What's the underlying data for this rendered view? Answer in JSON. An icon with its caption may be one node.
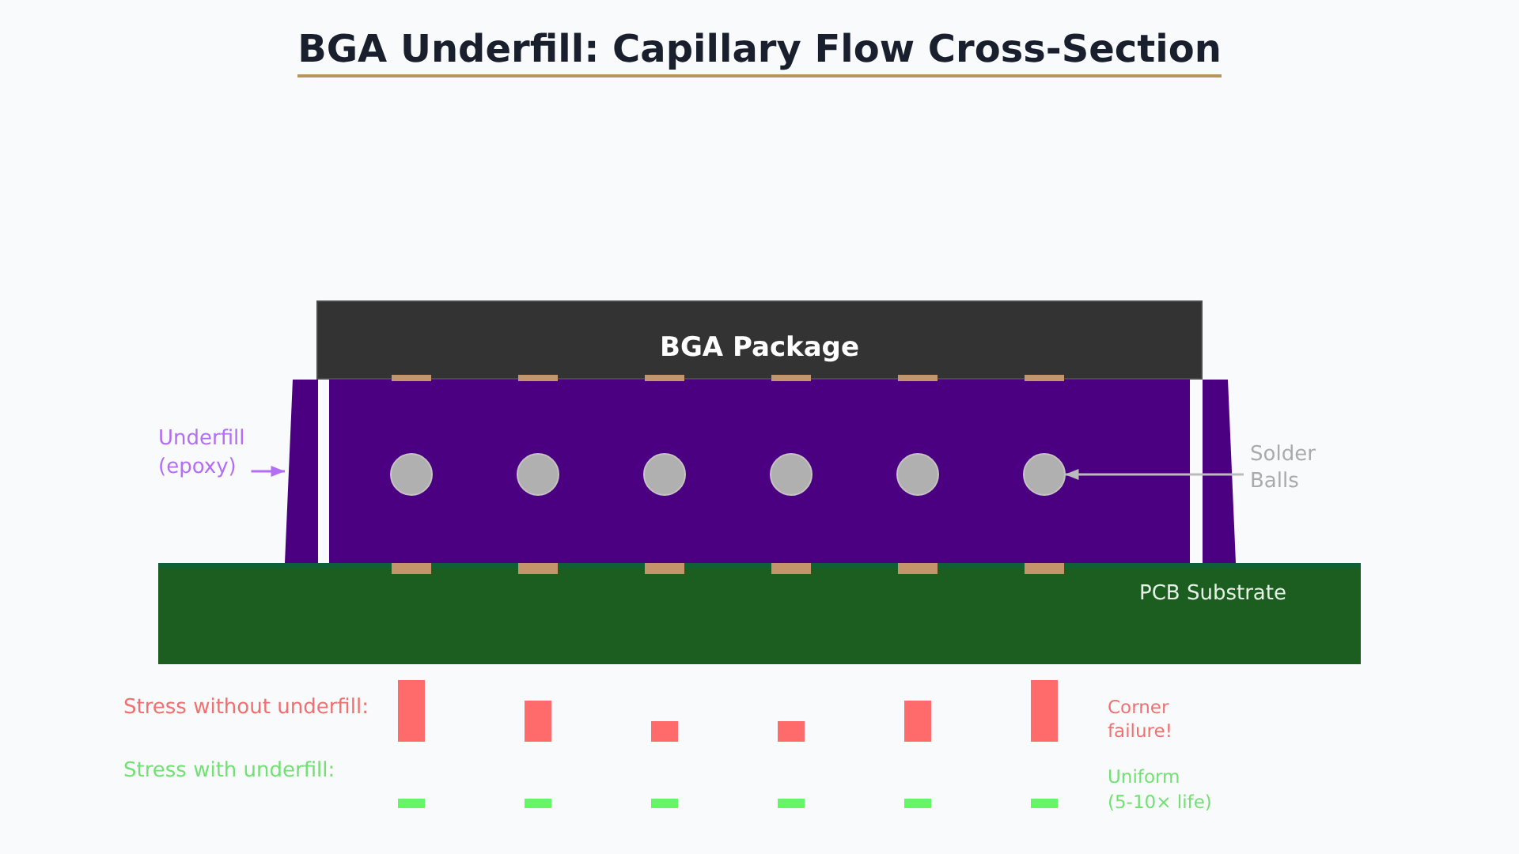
{
  "diagram": {
    "title": "BGA Underfill: Capillary Flow Cross-Section",
    "nodes": [
      {
        "text": [
          "BGA Package"
        ]
      },
      {
        "text": [
          "Underfill (epoxy)"
        ]
      },
      {
        "text": [],
        "shape": "box"
      },
      {
        "text": [],
        "shape": "box"
      },
      {
        "text": [],
        "shape": "circle",
        "in": 3
      },
      {
        "text": [],
        "shape": "circle",
        "in": 3
      },
      {
        "text": [],
        "shape": "circle",
        "in": 3
      },
      {
        "text": [],
        "shape": "circle",
        "in": 3
      },
      {
        "text": [],
        "shape": "circle",
        "in": 3
      },
      {
        "text": [],
        "shape": "circle",
        "in": 3
      },
      {
        "text": [],
        "shape": "box"
      },
      {
        "text": [
          "Solder Balls"
        ]
      },
      {
        "text": [
          "PCB Substrate"
        ]
      }
    ],
    "edges": [
      {
        "from": 1,
        "to": 2,
        "arrow": "to",
        "color": "#b36ef5"
      },
      {
        "from": 11,
        "to": 9,
        "arrow": "to",
        "color": "#bbbbbb"
      }
    ],
    "labels": [
      "Stress without underfill:",
      "Corner failure!",
      "Stress with underfill:",
      "Uniform (5-10× life)"
    ]
  }
}
